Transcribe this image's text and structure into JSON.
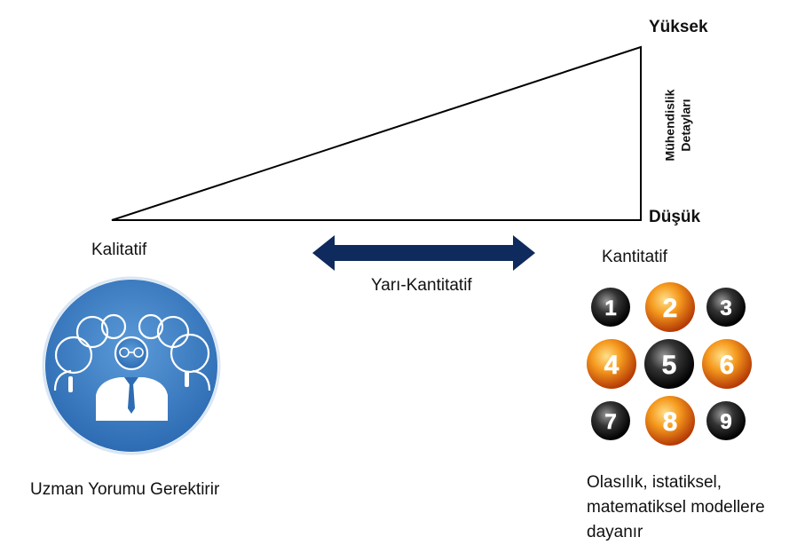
{
  "scale": {
    "top_label": "Yüksek",
    "bottom_label": "Düşük",
    "axis_title_line1": "Mühendislik",
    "axis_title_line2": "Detayları"
  },
  "spectrum": {
    "left_label": "Kalitatif",
    "right_label": "Kantitatif",
    "middle_label": "Yarı-Kantitatif"
  },
  "left_panel": {
    "icon": "expert-group-icon",
    "caption": "Uzman Yorumu Gerektirir"
  },
  "right_panel": {
    "icon": "number-balls-icon",
    "numbers": [
      "1",
      "2",
      "3",
      "4",
      "5",
      "6",
      "7",
      "8",
      "9"
    ],
    "caption_line1": "Olasılık, istatiksel,",
    "caption_line2": "matematiksel modellere",
    "caption_line3": "dayanır"
  },
  "colors": {
    "arrow": "#0f2a5c",
    "circle": "#3a7cc4",
    "orange_ball": "#f07a10",
    "dark_ball": "#222222"
  }
}
